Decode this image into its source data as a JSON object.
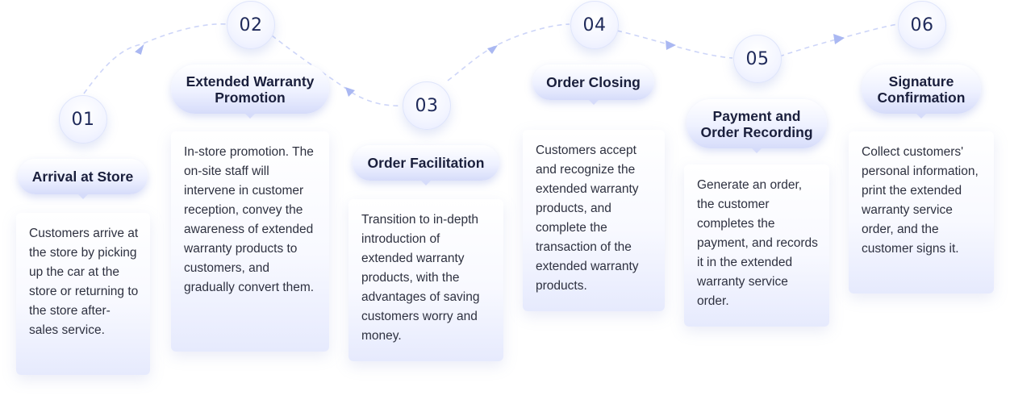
{
  "steps": [
    {
      "number": "01",
      "title": "Arrival at Store",
      "description": "Customers arrive at the store by picking up the car at the store or returning to the store after-sales service."
    },
    {
      "number": "02",
      "title": "Extended Warranty Promotion",
      "description": "In-store promotion. The on-site staff will intervene in customer reception, convey the awareness of extended warranty products to customers, and gradually convert them."
    },
    {
      "number": "03",
      "title": "Order Facilitation",
      "description": "Transition to in-depth introduction of extended warranty products, with the advantages of saving customers worry and money."
    },
    {
      "number": "04",
      "title": "Order Closing",
      "description": "Customers accept and recognize the extended warranty products, and complete the transaction of the extended warranty products."
    },
    {
      "number": "05",
      "title": "Payment and Order Recording",
      "description": "Generate an order, the customer completes the payment, and records it in the extended warranty service order."
    },
    {
      "number": "06",
      "title": "Signature Confirmation",
      "description": "Collect customers' personal information, print the extended warranty service order, and the customer signs it."
    }
  ],
  "colors": {
    "accent": "#c9d1f7",
    "arrow": "#aab8f2",
    "text": "#1a1f3c"
  }
}
